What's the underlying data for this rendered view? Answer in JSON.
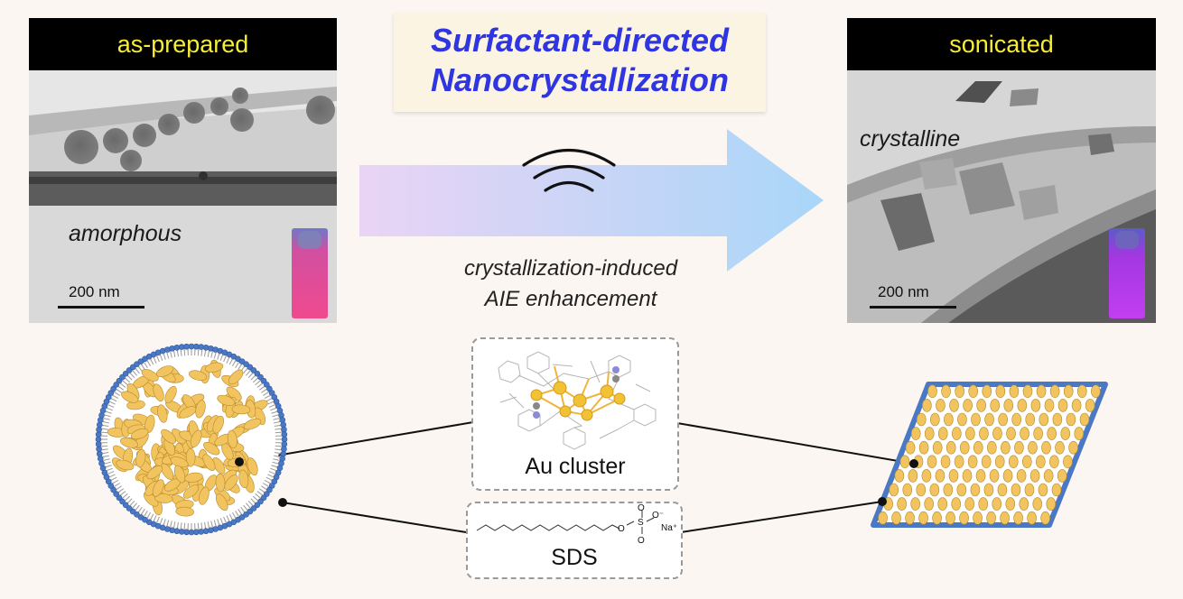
{
  "title": {
    "line1": "Surfactant-directed",
    "line2": "Nanocrystallization"
  },
  "left_panel": {
    "header": "as-prepared",
    "label": "amorphous",
    "scale": "200 nm"
  },
  "right_panel": {
    "header": "sonicated",
    "label": "crystalline",
    "scale": "200 nm"
  },
  "arrow_caption": {
    "line1": "crystallization-induced",
    "line2": "AIE enhancement"
  },
  "au_box": {
    "label": "Au cluster"
  },
  "sds_box": {
    "label": "SDS",
    "o": "O",
    "s": "S",
    "o_minus": "O⁻",
    "na_plus": "Na⁺"
  },
  "colors": {
    "header_text": "#f7ec3a",
    "title_text": "#2f35e0",
    "arrow_start": "#ead4f5",
    "arrow_end": "#a9d6f8",
    "cluster_fill": "#f2c45f",
    "surfactant_blue": "#4a78c4"
  },
  "icons": {
    "ultrasound": "sound-waves-icon"
  }
}
